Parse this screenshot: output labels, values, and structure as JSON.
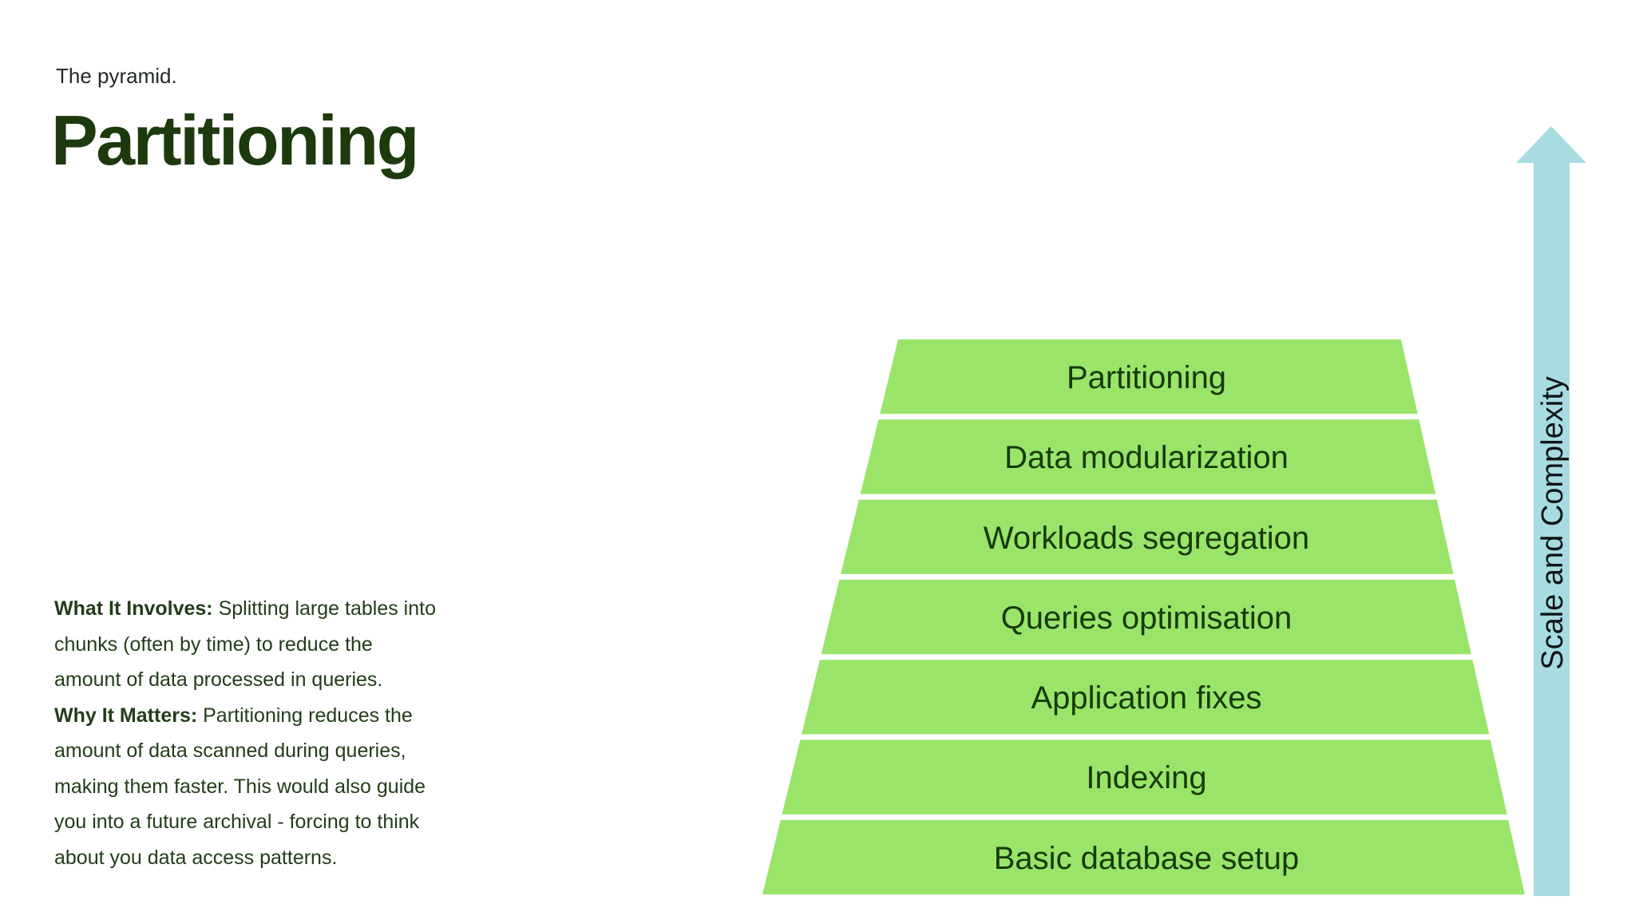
{
  "header": {
    "kicker": "The pyramid.",
    "title": "Partitioning"
  },
  "body": {
    "lines": [
      {
        "bold": "What It Involves:",
        "text": " Splitting large tables into"
      },
      {
        "text": "chunks (often by time) to reduce the"
      },
      {
        "text": "amount of data processed in queries."
      },
      {
        "bold": "Why It Matters:",
        "text": " Partitioning reduces the"
      },
      {
        "text": "amount of data scanned during queries,"
      },
      {
        "text": "making them faster. This would also guide"
      },
      {
        "text": "you into a future archival - forcing to think"
      },
      {
        "text": "about you data access patterns."
      }
    ]
  },
  "pyramid": {
    "band_color": "#9ae46a",
    "label_color": "#173a0b",
    "levels": [
      "Partitioning",
      "Data modularization",
      "Workloads segregation",
      "Queries optimisation",
      "Application fixes",
      "Indexing",
      "Basic database setup"
    ]
  },
  "axis": {
    "label": "Scale and Complexity",
    "arrow_color": "#a7dce0",
    "label_color": "#111416"
  },
  "colors": {
    "background": "#ffffff",
    "title_green": "#1d3a0e",
    "body_green": "#233d18"
  }
}
